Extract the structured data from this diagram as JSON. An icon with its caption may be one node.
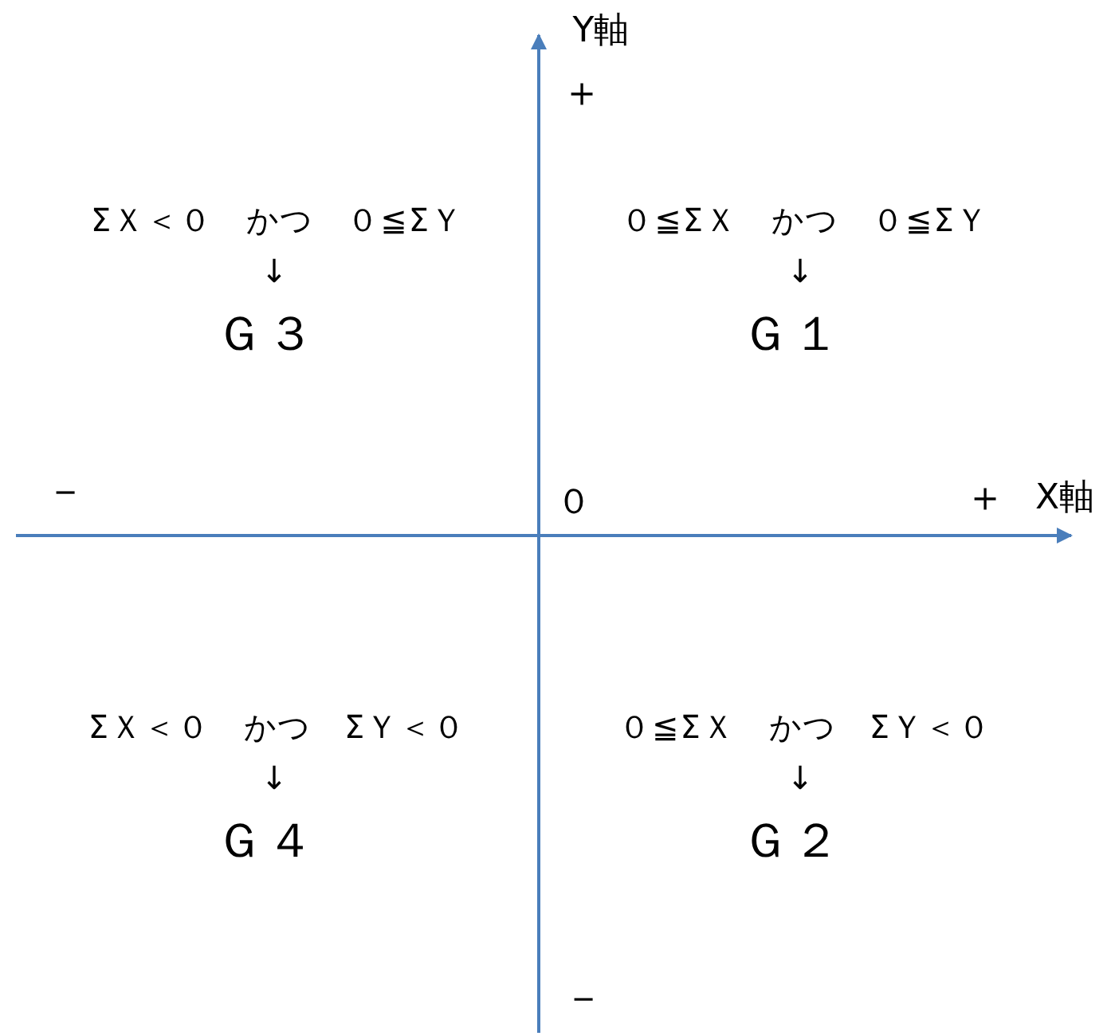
{
  "diagram": {
    "labels": [
      "Y軸",
      "＋",
      "ΣＸ＜０　かつ　０≦ΣＹ",
      "０≦ΣＸ　かつ　０≦ΣＹ",
      "↓",
      "↓",
      "Ｇ３",
      "Ｇ１",
      "－",
      "０",
      "＋",
      "X軸",
      "ΣＸ＜０　かつ　ΣＹ＜０",
      "０≦ΣＸ　かつ　ΣＹ＜０",
      "↓",
      "↓",
      "Ｇ４",
      "Ｇ２",
      "－"
    ]
  }
}
